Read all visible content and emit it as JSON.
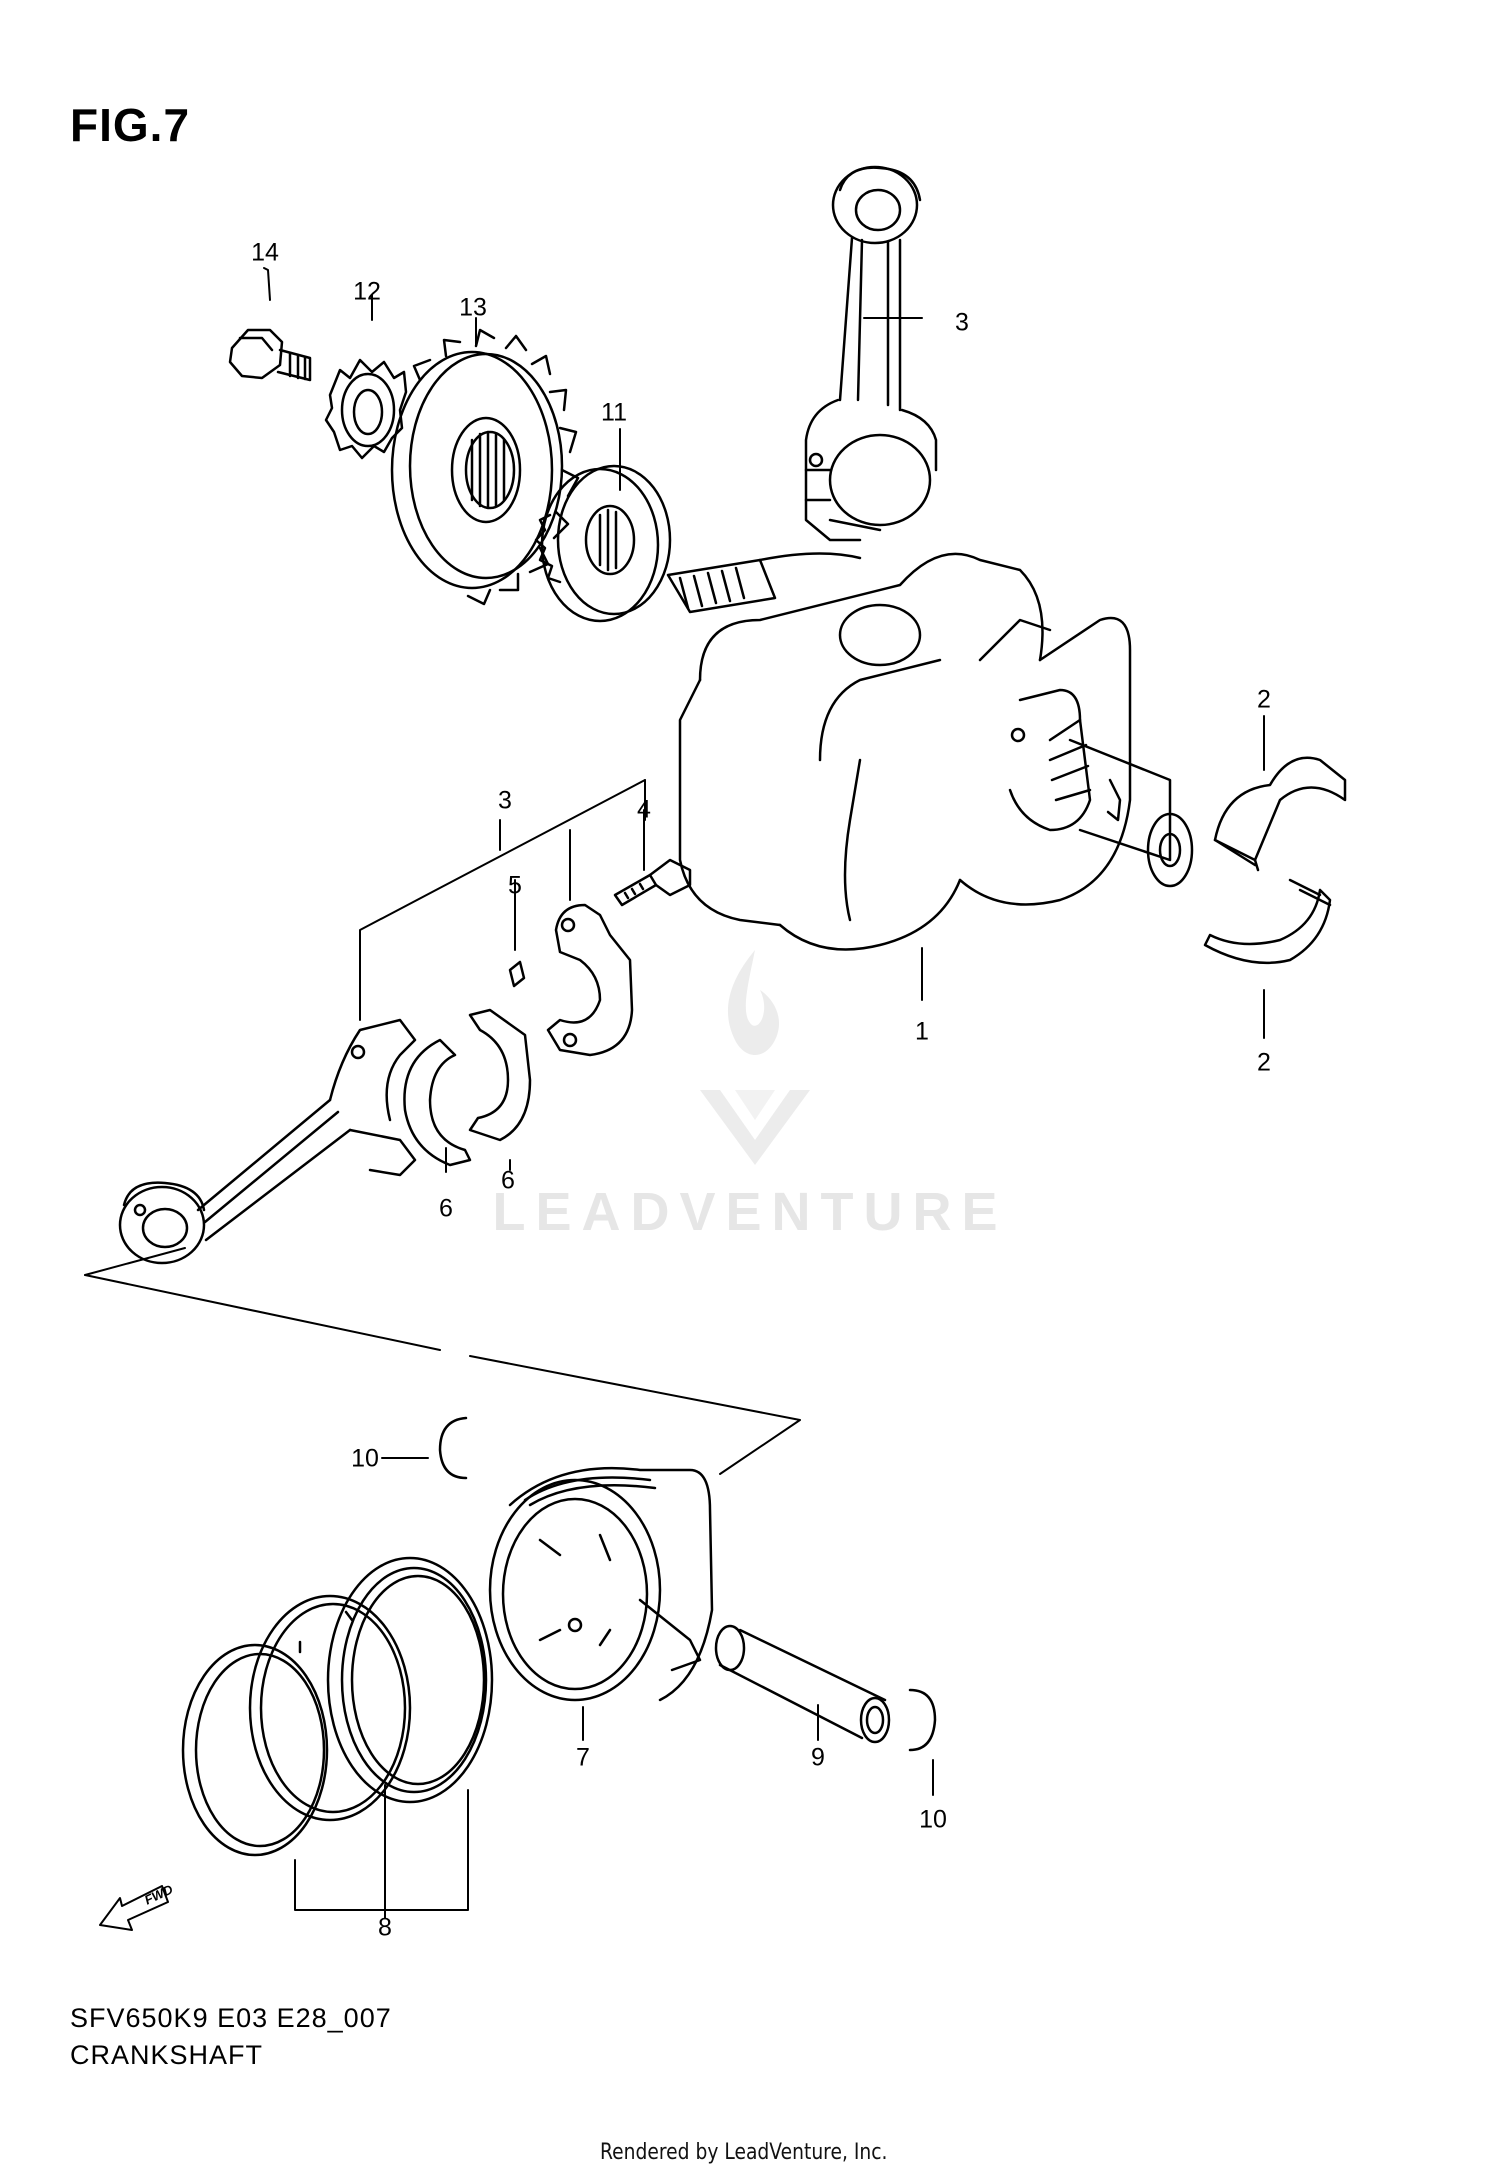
{
  "figure": {
    "title": "FIG.7",
    "model_code": "SFV650K9 E03 E28_007",
    "section_name": "CRANKSHAFT",
    "rendered_by": "Rendered by LeadVenture, Inc.",
    "watermark": "LEADVENTURE",
    "fwd_label": "FWD"
  },
  "callouts": [
    {
      "id": "c1",
      "label": "1"
    },
    {
      "id": "c2a",
      "label": "2"
    },
    {
      "id": "c2b",
      "label": "2"
    },
    {
      "id": "c3a",
      "label": "3"
    },
    {
      "id": "c3b",
      "label": "3"
    },
    {
      "id": "c4",
      "label": "4"
    },
    {
      "id": "c5",
      "label": "5"
    },
    {
      "id": "c6a",
      "label": "6"
    },
    {
      "id": "c6b",
      "label": "6"
    },
    {
      "id": "c7",
      "label": "7"
    },
    {
      "id": "c8",
      "label": "8"
    },
    {
      "id": "c9",
      "label": "9"
    },
    {
      "id": "c10a",
      "label": "10"
    },
    {
      "id": "c10b",
      "label": "10"
    },
    {
      "id": "c11",
      "label": "11"
    },
    {
      "id": "c12",
      "label": "12"
    },
    {
      "id": "c13",
      "label": "13"
    },
    {
      "id": "c14",
      "label": "14"
    }
  ],
  "colors": {
    "ink": "#000000",
    "watermark": "#e6e6e6"
  }
}
